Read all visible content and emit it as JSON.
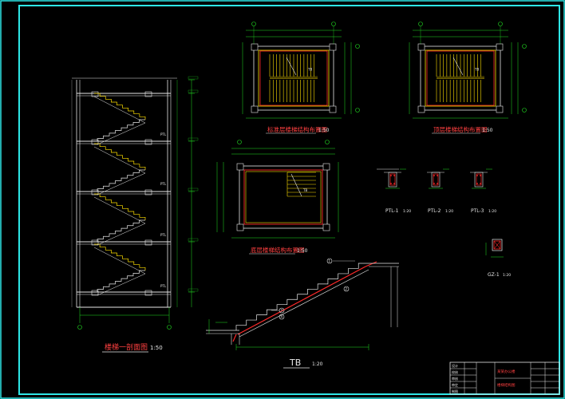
{
  "drawing": {
    "titles": {
      "section": "楼梯一剖面图",
      "section_scale": "1:50",
      "plan_top_left": "标准层楼梯结构布置图",
      "plan_top_left_scale": "1:50",
      "plan_top_right": "顶层楼梯结构布置图",
      "plan_top_right_scale": "1:50",
      "plan_bottom": "底层楼梯结构布置图",
      "plan_bottom_scale": "1:50",
      "tb": "TB",
      "tb_scale": "1:20",
      "ptl1": "PTL-1",
      "ptl2": "PTL-2",
      "ptl3": "PTL-3",
      "ptl_scale": "1:20",
      "gz": "GZ-1",
      "gz_scale": "1:20"
    },
    "section_labels": [
      "PTL",
      "PTL",
      "PTL",
      "PTL"
    ],
    "plan_labels": [
      "TB",
      "TB",
      "TB"
    ],
    "tb_markers": [
      "1",
      "2",
      "3",
      "4"
    ],
    "title_block": {
      "project": "某某办公楼",
      "drawing_name": "楼梯结构图",
      "row_labels": [
        "设计",
        "校核",
        "审核",
        "审定",
        "制图"
      ]
    },
    "colors": {
      "frame": "#2ee6e6",
      "wall": "#ffe000",
      "red": "#ff2a2a",
      "dim": "#22e022",
      "white": "#e8e8e8",
      "cyan": "#2ee6e6"
    }
  }
}
